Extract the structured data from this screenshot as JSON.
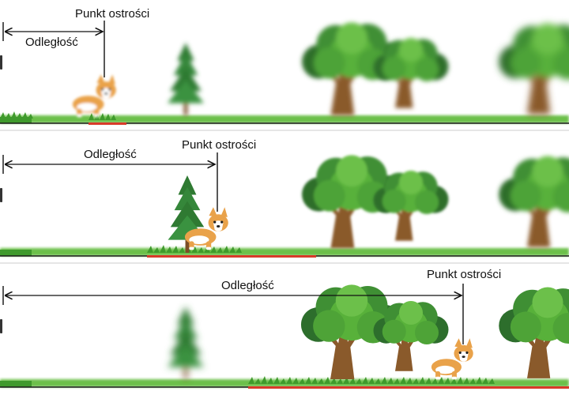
{
  "colors": {
    "grass": "#3f9a2c",
    "grass_light": "#6cc04a",
    "ground_line": "#1a1a1a",
    "focus_zone": "#d83a2a",
    "tree_light": "#58b13a",
    "tree_dark": "#2d6e2c",
    "trunk": "#8a5a2b",
    "pine": "#2f7a32",
    "dog_coat": "#e9a24a",
    "dog_white": "#ffffff"
  },
  "icons": [
    "corgi-dog-icon",
    "deciduous-tree-icon",
    "pine-tree-icon",
    "grass-icon",
    "camera-icon"
  ],
  "panels": [
    {
      "distance_label": "Odległość",
      "focus_label": "Punkt ostrości",
      "focus_position": 0.18
    },
    {
      "distance_label": "Odległość",
      "focus_label": "Punkt ostrości",
      "focus_position": 0.38
    },
    {
      "distance_label": "Odległość",
      "focus_label": "Punkt ostrości",
      "focus_position": 0.81
    }
  ]
}
